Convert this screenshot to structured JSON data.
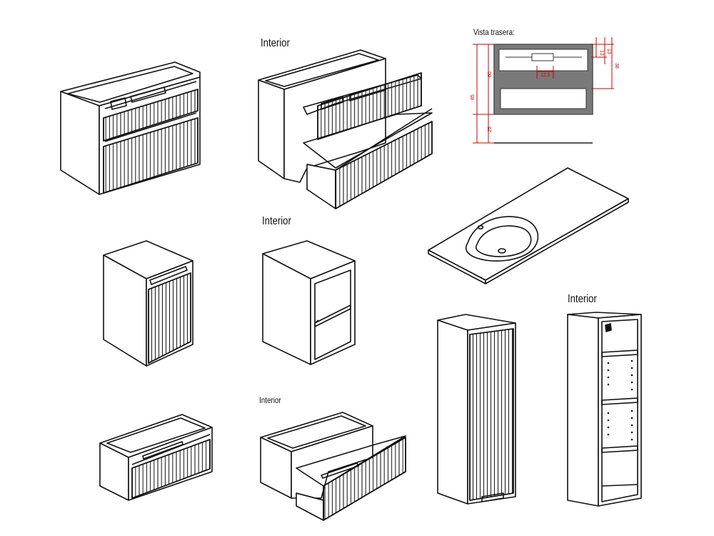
{
  "labels": {
    "interior_top": "Interior",
    "interior_middle": "Interior",
    "interior_bottom": "Interior",
    "interior_column": "Interior",
    "rear_view": "Vista trasera:"
  },
  "dimensions": {
    "d12_5": "12,5",
    "d13a": "13",
    "d13b": "13",
    "d38": "38",
    "d60": "60",
    "d85": "85",
    "d25": "25"
  },
  "colors": {
    "line": "#111111",
    "dimension": "#cc0000",
    "panel_grey": "#7a7a7a"
  }
}
